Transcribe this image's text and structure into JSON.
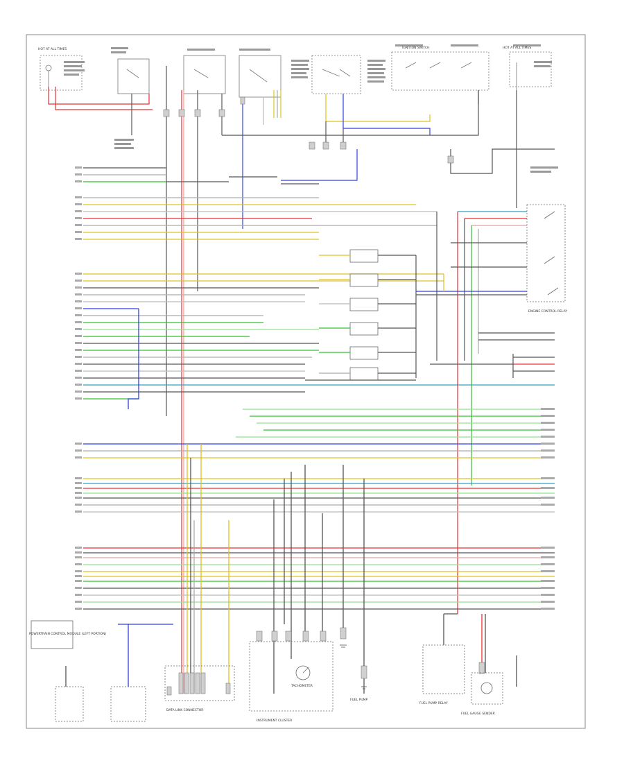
{
  "diagram": {
    "component_captions": {
      "left_bottom": "POWERTRAIN CONTROL MODULE (LEFT PORTION)",
      "bottom_center": "DATA LINK CONNECTOR",
      "instrument_cluster": "INSTRUMENT CLUSTER",
      "tach": "TACHOMETER",
      "fuel_pump": "FUEL PUMP",
      "fuel_gauge_sender": "FUEL GAUGE SENDER",
      "right_bottom": "FUEL PUMP RELAY",
      "engine_control_relay": "ENGINE CONTROL RELAY",
      "top_left_fuse": "HOT AT ALL TIMES",
      "top_right_fuse": "HOT AT ALL TIMES",
      "ignition_switch": "IGNITION SWITCH"
    },
    "page_number": ""
  }
}
